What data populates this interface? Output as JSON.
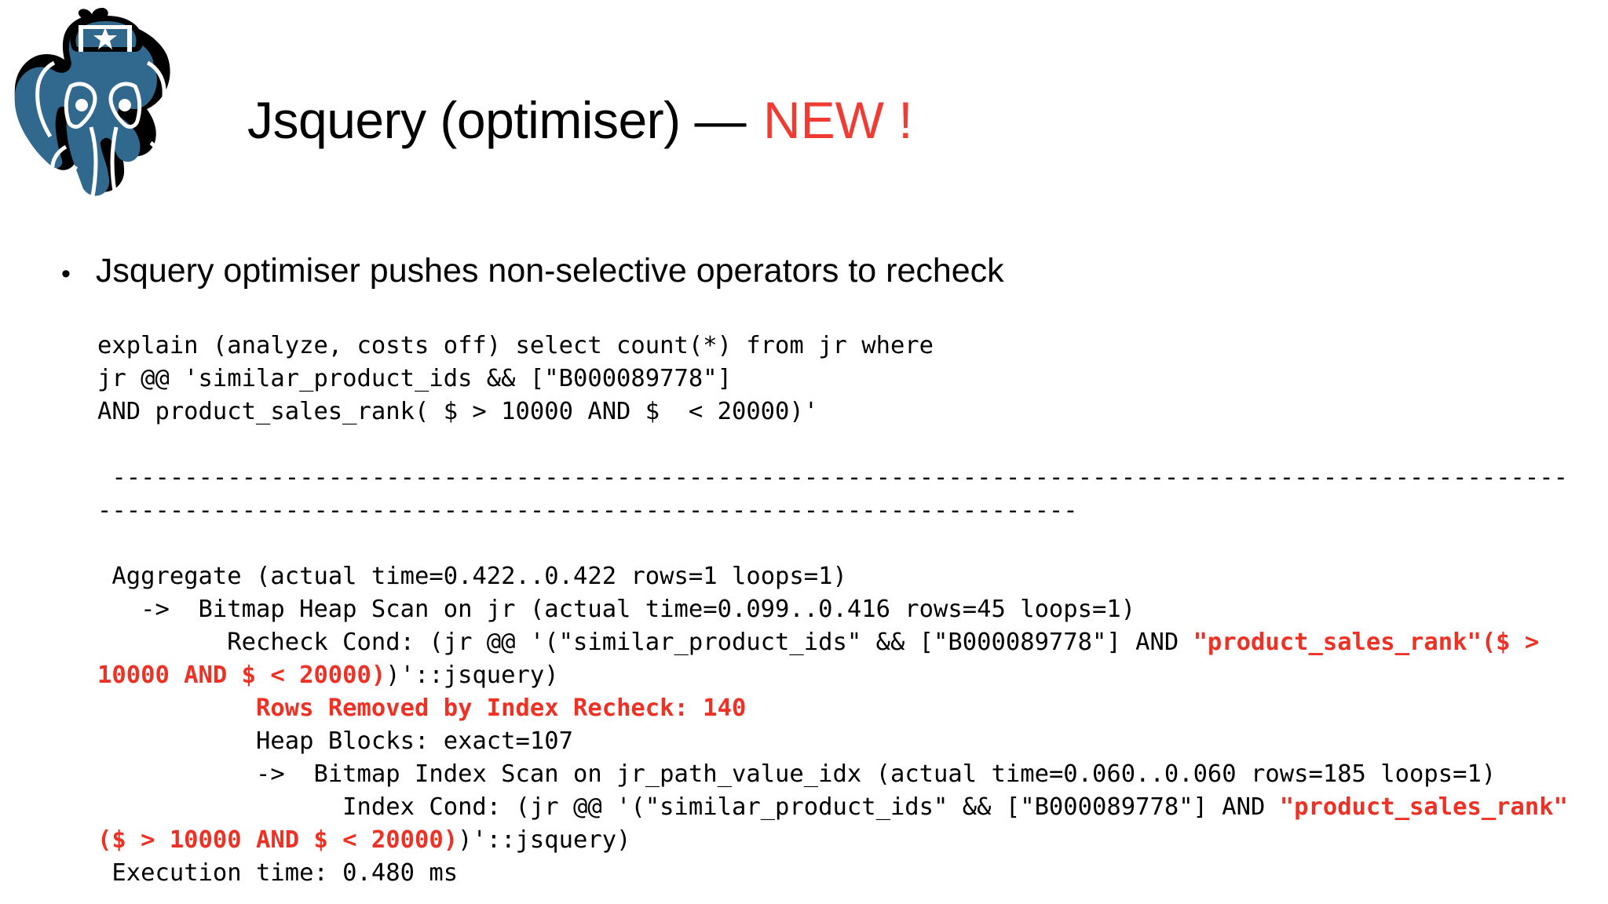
{
  "slide": {
    "logo": {
      "name": "postgresql-elephant-logo",
      "primary_color": "#31688E",
      "outline_color": "#000000"
    },
    "title": {
      "main": "Jsquery (optimiser) —",
      "highlight": "NEW !",
      "highlight_color": "#F03B33"
    },
    "bullet": {
      "marker": "•",
      "text": "Jsquery optimiser pushes non-selective operators to recheck"
    },
    "code": {
      "accent_color": "#EE3124",
      "lines": [
        {
          "id": "query-line-1",
          "segments": [
            {
              "text": "explain (analyze, costs off) select count(*) from jr where",
              "style": "plain"
            }
          ]
        },
        {
          "id": "query-line-2",
          "segments": [
            {
              "text": "jr @@ 'similar_product_ids && [\"B000089778\"]",
              "style": "plain"
            }
          ]
        },
        {
          "id": "query-line-3",
          "segments": [
            {
              "text": "AND product_sales_rank( $ > 10000 AND $  < 20000)'",
              "style": "plain"
            }
          ]
        },
        {
          "id": "spacer-1",
          "segments": []
        },
        {
          "id": "separator-rule",
          "segments": [
            {
              "text": " -------------------------------------------------------------------------------------------------------------------------------------------------------------------------",
              "style": "plain"
            }
          ]
        },
        {
          "id": "spacer-2",
          "segments": []
        },
        {
          "id": "plan-aggregate",
          "segments": [
            {
              "text": " Aggregate (actual time=0.422..0.422 rows=1 loops=1)",
              "style": "plain"
            }
          ]
        },
        {
          "id": "plan-bitmap-heap-scan",
          "segments": [
            {
              "text": "   ->  Bitmap Heap Scan on jr (actual time=0.099..0.416 rows=45 loops=1)",
              "style": "plain"
            }
          ]
        },
        {
          "id": "plan-recheck-cond",
          "segments": [
            {
              "text": "         Recheck Cond: (jr @@ '(\"similar_product_ids\" && [\"B000089778\"] AND ",
              "style": "plain"
            },
            {
              "text": "\"product_sales_rank\"($ > 10000 AND $ < 20000)",
              "style": "accent"
            },
            {
              "text": ")'::jsquery)",
              "style": "plain"
            }
          ]
        },
        {
          "id": "plan-rows-removed",
          "segments": [
            {
              "text": "           ",
              "style": "plain"
            },
            {
              "text": "Rows Removed by Index Recheck: 140",
              "style": "accent"
            }
          ]
        },
        {
          "id": "plan-heap-blocks",
          "segments": [
            {
              "text": "           Heap Blocks: exact=107",
              "style": "plain"
            }
          ]
        },
        {
          "id": "plan-bitmap-index-scan",
          "segments": [
            {
              "text": "           ->  Bitmap Index Scan on jr_path_value_idx (actual time=0.060..0.060 rows=185 loops=1)",
              "style": "plain"
            }
          ]
        },
        {
          "id": "plan-index-cond",
          "segments": [
            {
              "text": "                 Index Cond: (jr @@ '(\"similar_product_ids\" && [\"B000089778\"] AND ",
              "style": "plain"
            },
            {
              "text": "\"product_sales_rank\"($ > 10000 AND $ < 20000)",
              "style": "accent"
            },
            {
              "text": ")'::jsquery)",
              "style": "plain"
            }
          ]
        },
        {
          "id": "plan-execution-time",
          "segments": [
            {
              "text": " Execution time: 0.480 ms",
              "style": "plain"
            }
          ]
        }
      ]
    }
  }
}
